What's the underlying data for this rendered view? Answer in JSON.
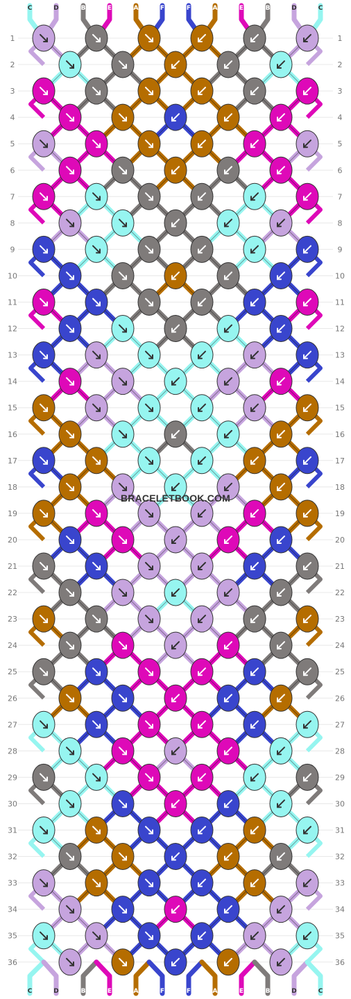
{
  "watermark": "BRACELETBOOK.COM",
  "colors": {
    "C": "#96f5f0",
    "D": "#c6a4de",
    "B": "#7f7b7a",
    "E": "#de09b8",
    "A": "#b56d00",
    "F": "#3945cd"
  },
  "strings_top": [
    "C",
    "D",
    "B",
    "E",
    "A",
    "F",
    "F",
    "A",
    "E",
    "B",
    "D",
    "C"
  ],
  "strings_bottom": [
    "C",
    "D",
    "B",
    "E",
    "A",
    "F",
    "F",
    "A",
    "E",
    "B",
    "D",
    "C"
  ],
  "row_labels": [
    "1",
    "2",
    "3",
    "4",
    "5",
    "6",
    "7",
    "8",
    "9",
    "10",
    "11",
    "12",
    "13",
    "14",
    "15",
    "16",
    "17",
    "18",
    "19",
    "20",
    "21",
    "22",
    "23",
    "24",
    "25",
    "26",
    "27",
    "28",
    "29",
    "30",
    "31",
    "32",
    "33",
    "34",
    "35",
    "36"
  ],
  "knots": [
    [
      "D",
      "B",
      "A",
      "A",
      "B",
      "D"
    ],
    [
      "C",
      "B",
      "A",
      "B",
      "C"
    ],
    [
      "E",
      "B",
      "A",
      "A",
      "B",
      "E"
    ],
    [
      "E",
      "A",
      "F",
      "A",
      "E"
    ],
    [
      "D",
      "E",
      "A",
      "A",
      "E",
      "D"
    ],
    [
      "E",
      "B",
      "A",
      "B",
      "E"
    ],
    [
      "E",
      "C",
      "B",
      "B",
      "C",
      "E"
    ],
    [
      "D",
      "C",
      "B",
      "C",
      "D"
    ],
    [
      "F",
      "C",
      "B",
      "B",
      "C",
      "F"
    ],
    [
      "F",
      "B",
      "A",
      "B",
      "F"
    ],
    [
      "E",
      "F",
      "B",
      "B",
      "F",
      "E"
    ],
    [
      "F",
      "C",
      "B",
      "C",
      "F"
    ],
    [
      "F",
      "D",
      "C",
      "C",
      "D",
      "F"
    ],
    [
      "E",
      "D",
      "C",
      "D",
      "E"
    ],
    [
      "A",
      "D",
      "C",
      "C",
      "D",
      "A"
    ],
    [
      "A",
      "C",
      "B",
      "C",
      "A"
    ],
    [
      "F",
      "A",
      "C",
      "C",
      "A",
      "F"
    ],
    [
      "A",
      "D",
      "C",
      "D",
      "A"
    ],
    [
      "A",
      "E",
      "D",
      "D",
      "E",
      "A"
    ],
    [
      "F",
      "E",
      "D",
      "E",
      "F"
    ],
    [
      "B",
      "F",
      "D",
      "D",
      "F",
      "B"
    ],
    [
      "B",
      "D",
      "C",
      "D",
      "B"
    ],
    [
      "A",
      "B",
      "D",
      "D",
      "B",
      "A"
    ],
    [
      "B",
      "E",
      "D",
      "E",
      "B"
    ],
    [
      "B",
      "F",
      "E",
      "E",
      "F",
      "B"
    ],
    [
      "A",
      "F",
      "E",
      "F",
      "A"
    ],
    [
      "C",
      "F",
      "E",
      "E",
      "F",
      "C"
    ],
    [
      "C",
      "E",
      "D",
      "E",
      "C"
    ],
    [
      "B",
      "C",
      "E",
      "E",
      "C",
      "B"
    ],
    [
      "C",
      "F",
      "E",
      "F",
      "C"
    ],
    [
      "C",
      "A",
      "F",
      "F",
      "A",
      "C"
    ],
    [
      "B",
      "A",
      "F",
      "A",
      "B"
    ],
    [
      "D",
      "A",
      "F",
      "F",
      "A",
      "D"
    ],
    [
      "D",
      "F",
      "E",
      "F",
      "D"
    ],
    [
      "C",
      "D",
      "F",
      "F",
      "D",
      "C"
    ],
    [
      "D",
      "A",
      "F",
      "A",
      "D"
    ]
  ]
}
